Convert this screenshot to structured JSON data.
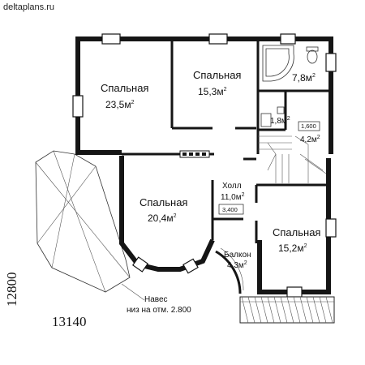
{
  "site": "deltaplans.ru",
  "rooms": {
    "bedroom_nw": {
      "name": "Спальная",
      "area": "23,5м",
      "unit_sup": "2"
    },
    "bedroom_n": {
      "name": "Спальная",
      "area": "15,3м",
      "unit_sup": "2"
    },
    "bathroom": {
      "area": "7,8м",
      "unit_sup": "2"
    },
    "wc": {
      "area": "1,8м",
      "unit_sup": "2"
    },
    "stair": {
      "level": "1,600",
      "area": "4,2м",
      "unit_sup": "2"
    },
    "bedroom_c": {
      "name": "Спальная",
      "area": "20,4м",
      "unit_sup": "2"
    },
    "hall": {
      "name": "Холл",
      "area": "11,0м",
      "unit_sup": "2",
      "level": "3,400"
    },
    "balcony": {
      "name": "Балкон",
      "area": "4,3м",
      "unit_sup": "2"
    },
    "bedroom_se": {
      "name": "Спальная",
      "area": "15,2м",
      "unit_sup": "2"
    }
  },
  "canopy": {
    "line1": "Навес",
    "line2": "низ на отм. 2.800"
  },
  "dimensions": {
    "width": "13140",
    "height": "12800"
  }
}
